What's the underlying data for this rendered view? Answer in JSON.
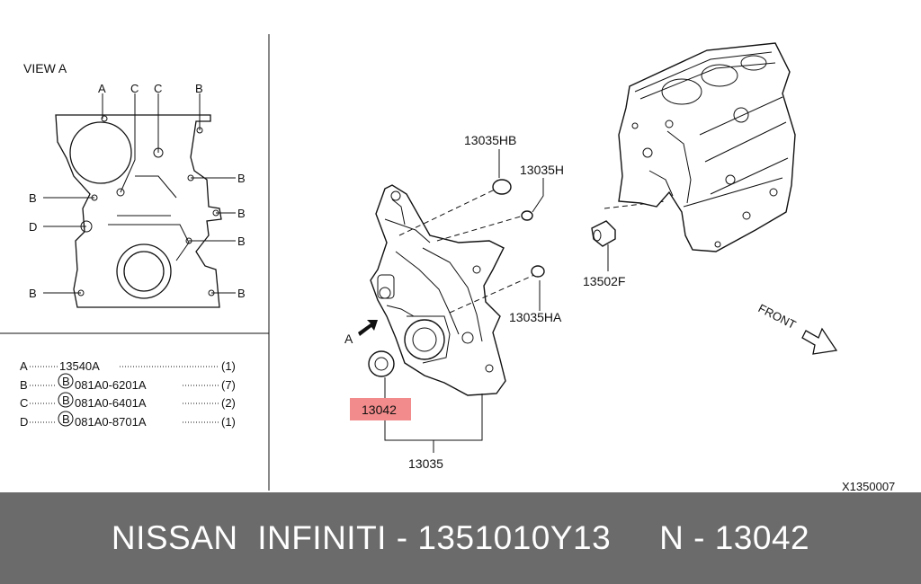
{
  "view_a": {
    "title": "VIEW A",
    "callouts": [
      "A",
      "C",
      "C",
      "B",
      "B",
      "B",
      "B",
      "D",
      "B",
      "B",
      "B"
    ]
  },
  "legend": [
    {
      "key": "A",
      "part": "13540A",
      "qty": "(1)"
    },
    {
      "key": "B",
      "part": "081A0-6201A",
      "qty": "(7)"
    },
    {
      "key": "C",
      "part": "081A0-6401A",
      "qty": "(2)"
    },
    {
      "key": "D",
      "part": "081A0-8701A",
      "qty": "(1)"
    }
  ],
  "legend_circle_letter": "B",
  "parts": {
    "p13035HB": "13035HB",
    "p13035H": "13035H",
    "p13035HA": "13035HA",
    "p13502F": "13502F",
    "p13042": "13042",
    "p13035": "13035"
  },
  "view_arrow_label": "A",
  "front_label": "FRONT",
  "diagram_code": "X1350007",
  "highlight_color": "#f28b8b",
  "footer": {
    "text": "NISSAN  INFINITI - 1351010Y13     N - 13042"
  }
}
